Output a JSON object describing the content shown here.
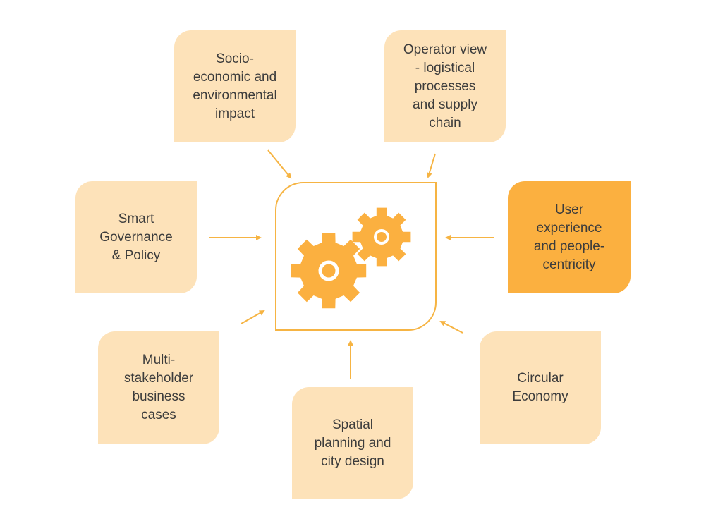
{
  "colors": {
    "box_fill": "#fde2b9",
    "highlight_fill": "#fbb040",
    "accent": "#f6b443",
    "text": "#3c3c3c"
  },
  "center": {
    "icon": "gears-icon"
  },
  "boxes": {
    "socio": "Socio-\neconomic and\nenvironmental\nimpact",
    "operator": "Operator view\n- logistical\nprocesses\nand supply\nchain",
    "governance": "Smart\nGovernance\n& Policy",
    "user": "User\nexperience\nand people-\ncentricity",
    "multi": "Multi-\nstakeholder\nbusiness\ncases",
    "circular": "Circular\nEconomy",
    "spatial": "Spatial\nplanning  and\ncity design"
  }
}
